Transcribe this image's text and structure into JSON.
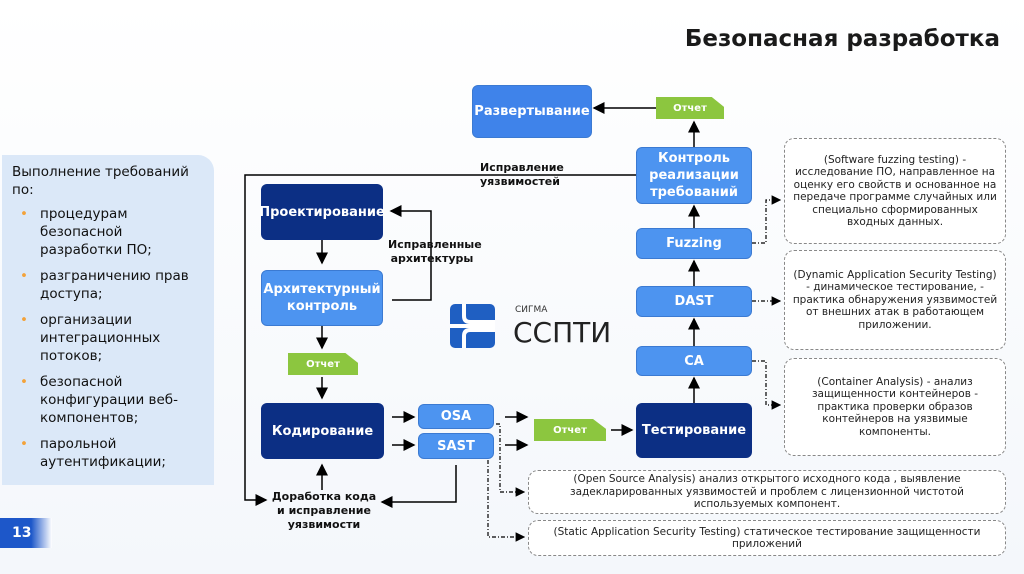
{
  "title": "Безопасная разработка",
  "page_number": "13",
  "panel": {
    "heading": "Выполнение требований по:",
    "items": [
      "процедурам безопасной разработки ПО;",
      "разграничению прав доступа;",
      "организации интеграционных потоков;",
      "безопасной конфигурации веб-компонентов;",
      "парольной аутентификации;"
    ]
  },
  "nodes": {
    "deploy": "Развертывание",
    "control": "Контроль реализации требований",
    "fuzzing": "Fuzzing",
    "dast": "DAST",
    "ca": "CA",
    "testing": "Тестирование",
    "design": "Проектирование",
    "arch": "Архитектурный контроль",
    "coding": "Кодирование",
    "osa": "OSA",
    "sast": "SAST"
  },
  "reports": {
    "top": "Отчет",
    "left": "Отчет",
    "mid": "Отчет"
  },
  "labels": {
    "fix_vuln": "Исправление уязвимостей",
    "fixed_arch": "Исправленные архитектуры",
    "rework": "Доработка кода и исправление уязвимости"
  },
  "logo": {
    "small": "СИГМА",
    "big": "ССПТИ"
  },
  "notes": {
    "fuzzing": "(Software fuzzing testing) - исследование ПО, направленное на оценку его свойств и основанное на передаче программе случайных или специально сформированных входных данных.",
    "dast": "(Dynamic Application Security Testing) - динамическое тестирование, - практика обнаружения уязвимостей от внешних атак в работающем приложении.",
    "ca": "(Container Analysis) - анализ защищенности контейнеров - практика проверки образов контейнеров на уязвимые компоненты.",
    "osa": "(Open Source Analysis) анализ открытого исходного кода , выявление задекларированных уязвимостей и проблем с лицензионной чистотой используемых компонент.",
    "sast": "(Static Application Security Testing) статическое тестирование защищенности приложений"
  },
  "colors": {
    "dark_box": "#0c2f84",
    "light_box": "#4d94f0",
    "report": "#8cc63f",
    "bullet": "#f3a23a"
  }
}
